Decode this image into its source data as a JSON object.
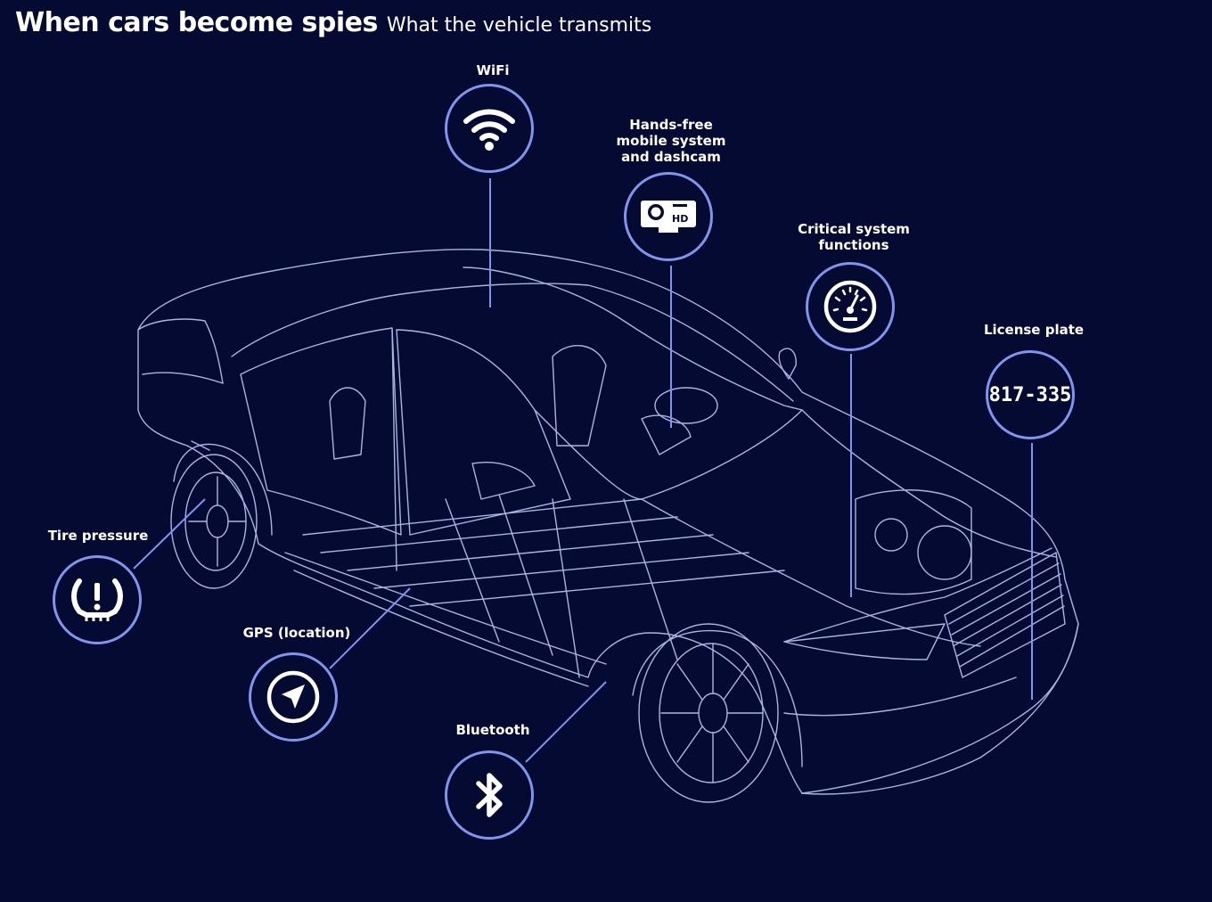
{
  "header": {
    "title": "When cars become spies",
    "subtitle": "What the vehicle transmits"
  },
  "colors": {
    "background": "#050a33",
    "accent": "#7f95ee",
    "car_lines": "#c9d2ff",
    "text": "#ffffff"
  },
  "features": [
    {
      "id": "wifi",
      "label": "WiFi",
      "icon": "wifi-icon"
    },
    {
      "id": "dashcam",
      "label_lines": [
        "Hands-free",
        "mobile system",
        "and dashcam"
      ],
      "icon": "hd-camera-icon"
    },
    {
      "id": "critical",
      "label_lines": [
        "Critical system",
        "functions"
      ],
      "icon": "speedometer-icon"
    },
    {
      "id": "plate",
      "label": "License plate",
      "icon": "license-plate-icon",
      "plate_text": "817-335"
    },
    {
      "id": "tire",
      "label": "Tire pressure",
      "icon": "tire-pressure-warning-icon"
    },
    {
      "id": "gps",
      "label": "GPS (location)",
      "icon": "navigation-arrow-icon"
    },
    {
      "id": "bluetooth",
      "label": "Bluetooth",
      "icon": "bluetooth-icon"
    }
  ]
}
